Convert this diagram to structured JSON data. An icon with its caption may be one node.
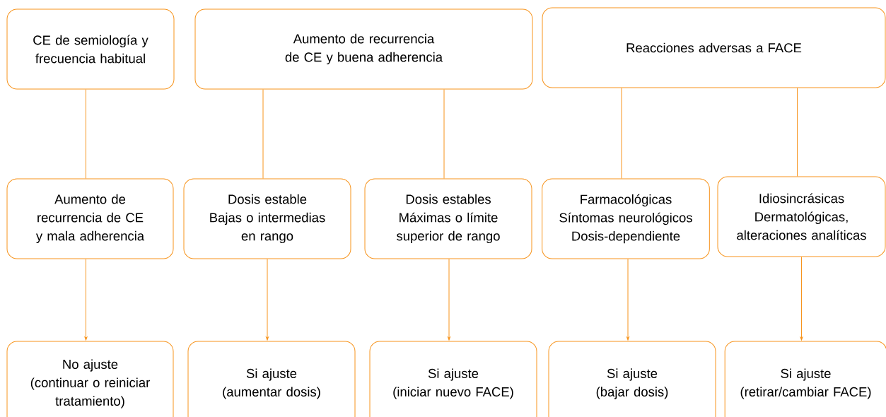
{
  "diagram": {
    "nodes": [
      {
        "text": [
          "CE de semiología y frecuencia habitual"
        ]
      },
      {
        "text": [
          "Aumento de recurrencia de CE y buena adherencia"
        ]
      },
      {
        "text": [
          "Reacciones adversas a FACE"
        ]
      },
      {
        "text": [
          "Aumento de recurrencia de CE y mala adherencia"
        ]
      },
      {
        "text": [
          "Dosis estable",
          "Bajas o intermedias en rango"
        ]
      },
      {
        "text": [
          "Dosis estables",
          "Máximas o límite superior de rango"
        ]
      },
      {
        "text": [
          "Farmacológicas",
          "Síntomas neurológicos",
          "Dosis-dependiente"
        ]
      },
      {
        "text": [
          "Idiosincrásicas",
          "Dermatológicas, alteraciones analíticas"
        ]
      },
      {
        "text": [
          "No ajuste",
          "(continuar o reiniciar tratamiento)"
        ]
      },
      {
        "text": [
          "Si ajuste",
          "(aumentar dosis)"
        ]
      },
      {
        "text": [
          "Si ajuste",
          "(iniciar nuevo FACE)"
        ]
      },
      {
        "text": [
          "Si ajuste",
          "(bajar dosis)"
        ]
      },
      {
        "text": [
          "Si ajuste",
          "(retirar/cambiar FACE)"
        ]
      }
    ],
    "edges": [
      {
        "from": 0,
        "to": 3,
        "arrow": "none"
      },
      {
        "from": 1,
        "to": 4,
        "arrow": "none"
      },
      {
        "from": 1,
        "to": 5,
        "arrow": "none"
      },
      {
        "from": 2,
        "to": 6,
        "arrow": "none"
      },
      {
        "from": 2,
        "to": 7,
        "arrow": "none"
      },
      {
        "from": 3,
        "to": 8,
        "arrow": "to"
      },
      {
        "from": 4,
        "to": 9,
        "arrow": "to"
      },
      {
        "from": 5,
        "to": 10,
        "arrow": "to"
      },
      {
        "from": 6,
        "to": 11,
        "arrow": "to"
      },
      {
        "from": 7,
        "to": 12,
        "arrow": "to"
      }
    ]
  }
}
